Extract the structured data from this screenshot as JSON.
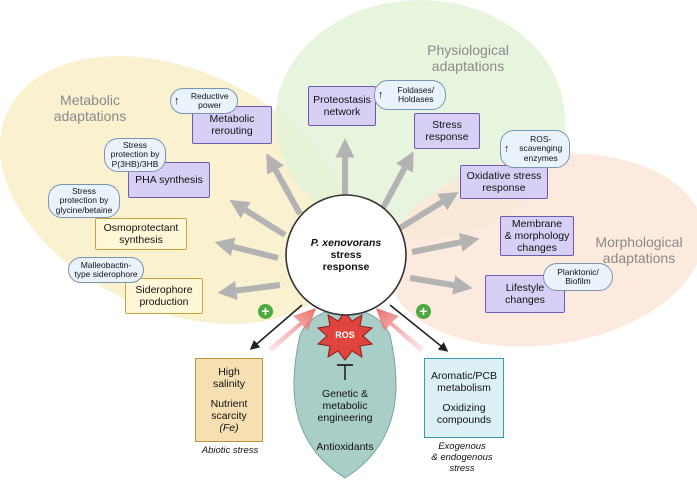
{
  "regions": {
    "metabolic": "Metabolic\nadaptations",
    "physiological": "Physiological\nadaptations",
    "morphological": "Morphological\nadaptations"
  },
  "center": {
    "organism": "P. xenovorans",
    "text": "stress\nresponse"
  },
  "metabolic": {
    "reductive_power": "Reductive\npower",
    "metabolic_rerouting": "Metabolic\nrerouting",
    "stress_phb": "Stress\nprotection by\nP(3HB)/3HB",
    "pha_synthesis": "PHA synthesis",
    "stress_glycine": "Stress\nprotection by\nglycine/betaine",
    "osmoprotectant": "Osmoprotectant\nsynthesis",
    "malleobactin": "Malleobactin-\ntype siderophore",
    "siderophore": "Siderophore\nproduction"
  },
  "physiological": {
    "proteostasis": "Proteostasis\nnetwork",
    "foldases": "Foldases/\nHoldases",
    "stress_response": "Stress\nresponse",
    "ros_enzymes": "ROS-\nscavenging\nenzymes",
    "oxidative": "Oxidative stress\nresponse"
  },
  "morphological": {
    "membrane": "Membrane\n& morphology\nchanges",
    "planktonic": "Planktonic/\nBiofilm",
    "lifestyle": "Lifestyle\nchanges"
  },
  "abiotic": {
    "line1": "High",
    "line2": "salinity",
    "line3": "Nutrient",
    "line4": "scarcity",
    "line5": "(Fe)",
    "caption": "Abiotic stress"
  },
  "exogenous": {
    "line1": "Aromatic/PCB",
    "line2": "metabolism",
    "line3": "Oxidizing",
    "line4": "compounds",
    "caption": "Exogenous\n& endogenous\nstress"
  },
  "ros": "ROS",
  "engineering": {
    "text": "Genetic &\nmetabolic\nengineering",
    "antioxidants": "Antioxidants"
  },
  "plus_symbol": "+",
  "up_arrow": "↑",
  "colors": {
    "metabolic_petal": "#f8efc8",
    "physiological_petal": "#e3f3d8",
    "morphological_petal": "#fbe6d8",
    "engineering_petal": "#a9cdc7",
    "purple_box": "#d8cff5",
    "yellow_box": "#fff7d8",
    "ros_burst": "#e0443e",
    "plus_green": "#4caa3f",
    "arrow_grey": "#b3b3b3"
  }
}
